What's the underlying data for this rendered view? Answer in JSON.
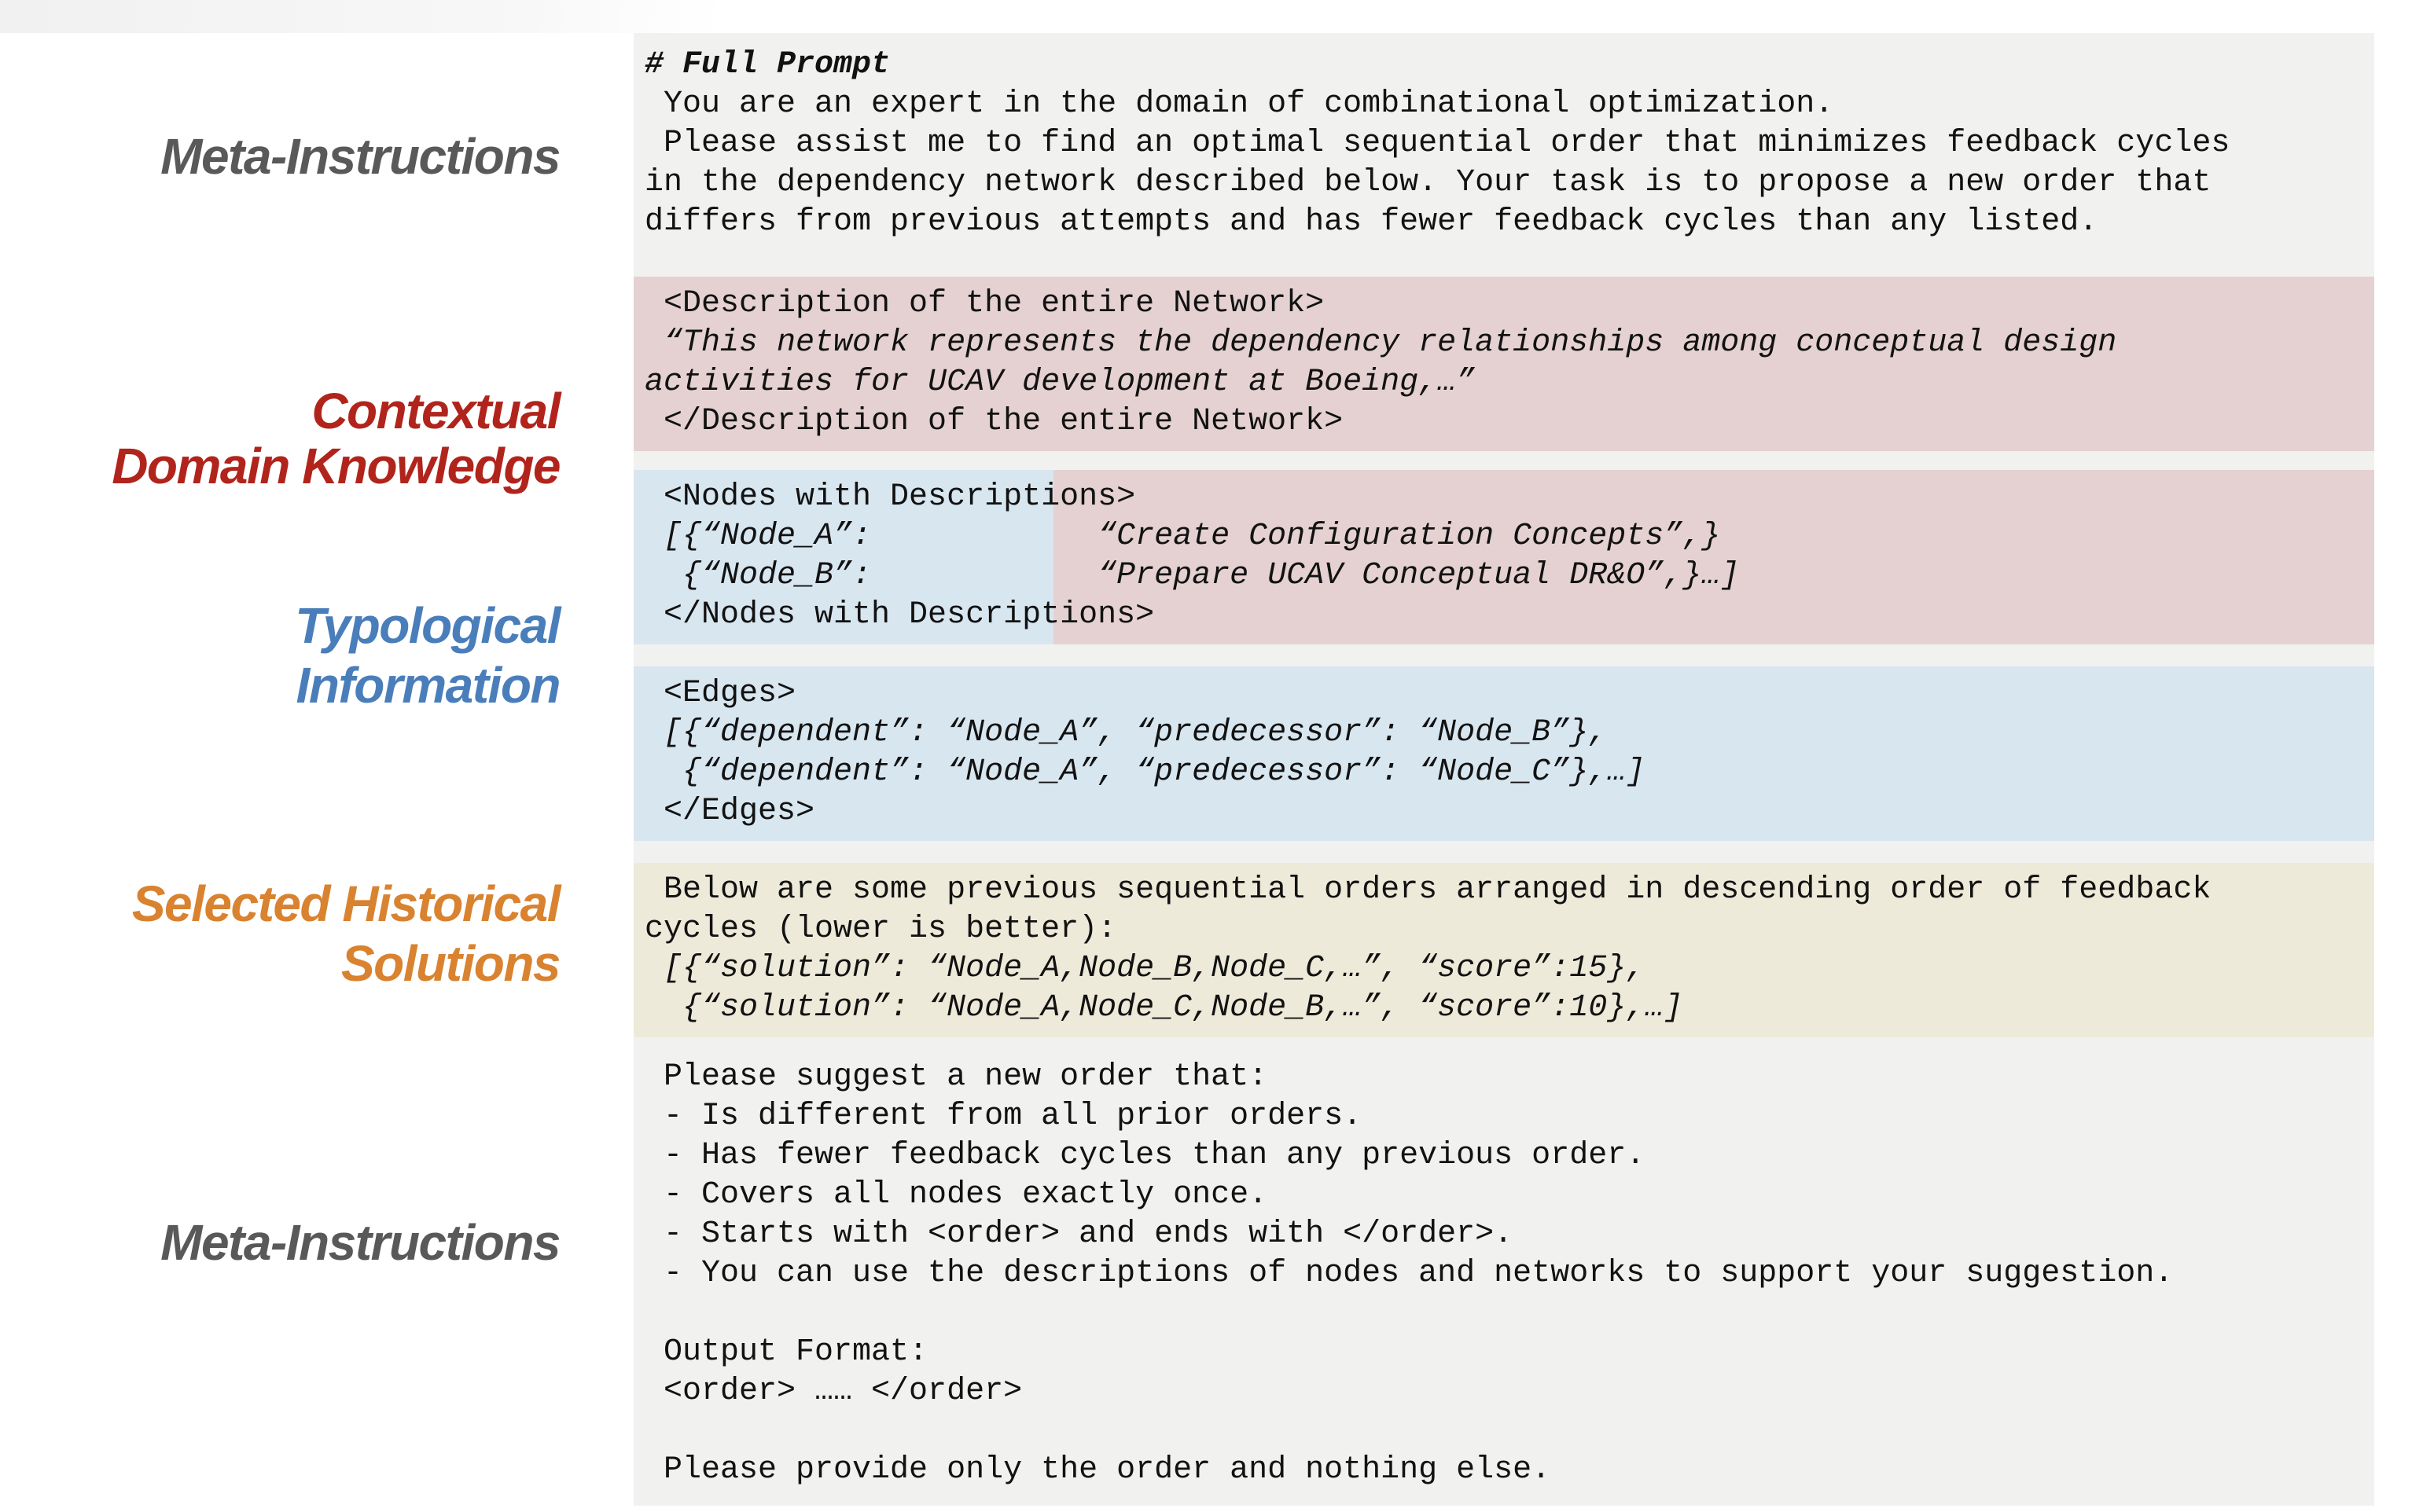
{
  "labels": {
    "meta_top": "Meta-Instructions",
    "contextual_1": "Contextual",
    "contextual_2": "Domain Knowledge",
    "typological_1": "Typological",
    "typological_2": "Information",
    "historical_1": "Selected Historical",
    "historical_2": "Solutions",
    "meta_bottom": "Meta-Instructions"
  },
  "colors": {
    "panel_gray": "#f1f1f0",
    "description_pink": "#e5d1d1",
    "typology_blue": "#d8e6f0",
    "history_cream": "#eeead9",
    "label_gray": "#595959",
    "label_red": "#b1241c",
    "label_blue": "#4a7ebb",
    "label_orange": "#d9822f"
  },
  "prompt": {
    "meta_intro": {
      "lines": [
        "# Full Prompt",
        " You are an expert in the domain of combinational optimization.",
        " Please assist me to find an optimal sequential order that minimizes feedback cycles",
        "in the dependency network described below. Your task is to propose a new order that",
        "differs from previous attempts and has fewer feedback cycles than any listed."
      ]
    },
    "description": {
      "lines": [
        " <Description of the entire Network>",
        " “This network represents the dependency relationships among conceptual design",
        "activities for UCAV development at Boeing,…”",
        " </Description of the entire Network>"
      ]
    },
    "nodes": {
      "lines": [
        " <Nodes with Descriptions>",
        " [{“Node_A”:            “Create Configuration Concepts”,}",
        "  {“Node_B”:            “Prepare UCAV Conceptual DR&O”,}…]",
        " </Nodes with Descriptions>"
      ]
    },
    "edges": {
      "lines": [
        " <Edges>",
        " [{“dependent”: “Node_A”, “predecessor”: “Node_B”},",
        "  {“dependent”: “Node_A”, “predecessor”: “Node_C”},…]",
        " </Edges>"
      ]
    },
    "history": {
      "lines": [
        " Below are some previous sequential orders arranged in descending order of feedback",
        "cycles (lower is better):",
        " [{“solution”: “Node_A,Node_B,Node_C,…”, “score”:15},",
        "  {“solution”: “Node_A,Node_C,Node_B,…”, “score”:10},…]"
      ]
    },
    "meta_outro": {
      "lines": [
        " Please suggest a new order that:",
        " - Is different from all prior orders.",
        " - Has fewer feedback cycles than any previous order.",
        " - Covers all nodes exactly once.",
        " - Starts with <order> and ends with </order>.",
        " - You can use the descriptions of nodes and networks to support your suggestion.",
        "",
        " Output Format:",
        " <order> …… </order>",
        "",
        " Please provide only the order and nothing else."
      ]
    }
  }
}
